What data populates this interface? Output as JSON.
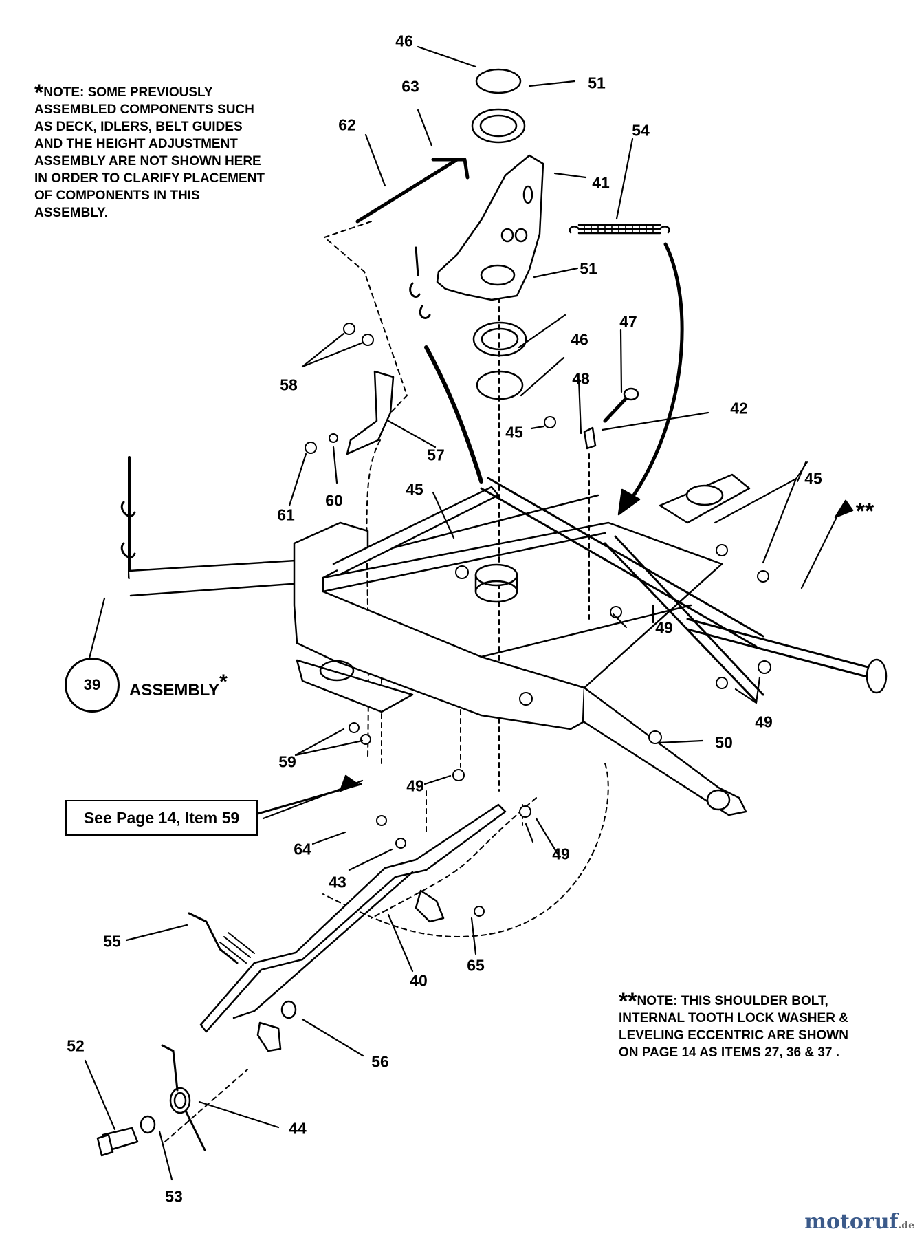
{
  "notes": {
    "note1_star": "*",
    "note1": "NOTE: SOME PREVIOUSLY\nASSEMBLED COMPONENTS SUCH\nAS DECK, IDLERS, BELT GUIDES\nAND THE HEIGHT ADJUSTMENT\nASSEMBLY ARE NOT SHOWN HERE\nIN ORDER TO CLARIFY PLACEMENT\nOF COMPONENTS IN THIS\nASSEMBLY.",
    "note2_star": "**",
    "note2": "NOTE: THIS SHOULDER BOLT,\nINTERNAL TOOTH LOCK WASHER &\nLEVELING ECCENTRIC ARE SHOWN\nON PAGE 14 AS ITEMS 27, 36 & 37 ."
  },
  "reference_box": "See Page 14, Item 59",
  "assembly": {
    "number": "39",
    "label": "ASSEMBLY",
    "star": "*"
  },
  "double_star_marker": "**",
  "part_labels": [
    "46",
    "51",
    "63",
    "62",
    "54",
    "41",
    "51",
    "46",
    "47",
    "58",
    "48",
    "42",
    "45",
    "57",
    "60",
    "61",
    "45",
    "45",
    "45",
    "49",
    "49",
    "49",
    "50",
    "59",
    "49",
    "49",
    "64",
    "43",
    "55",
    "40",
    "65",
    "56",
    "52",
    "44",
    "53"
  ],
  "watermark": {
    "brand": "motoruf",
    "tld": ".de"
  },
  "colors": {
    "line": "#000000",
    "background": "#ffffff",
    "logo": "#3b5a8a"
  }
}
